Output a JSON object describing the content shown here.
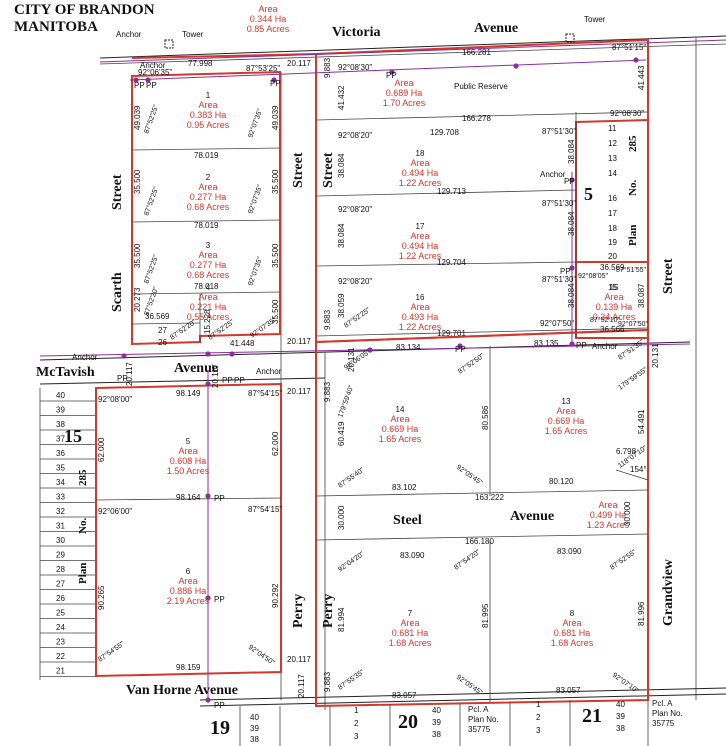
{
  "title": {
    "line1": "CITY OF BRANDON",
    "line2": "MANITOBA"
  },
  "streets": {
    "victoria": "Victoria",
    "victoria_avenue": "Avenue",
    "mctavish": "McTavish",
    "mctavish_avenue": "Avenue",
    "vanhorne": "Van Horne Avenue",
    "scarth_left": "Street",
    "scarth_name": "Scarth",
    "street_mid": "Street",
    "street_right_col": "Street",
    "street_east": "Street",
    "steel": "Steel",
    "steel_avenue": "Avenue",
    "perry_left": "Perry",
    "perry_right": "Perry",
    "grandview": "Grandview"
  },
  "structures": {
    "anchor": "Anchor",
    "tower": "Tower",
    "pp": "PP",
    "public_reserve": "Public Reserve"
  },
  "plans": {
    "block5_num": "5",
    "block5_plan": "Plan",
    "block5_no": "No.",
    "block5_285": "285",
    "block15_num": "15",
    "block15_plan": "Plan",
    "block15_no": "No.",
    "block15_285": "285",
    "block19": "19",
    "block20": "20",
    "block21": "21",
    "pcl_a_1": "Pcl. A",
    "plan_no_1": "Plan No.",
    "plan_num_1": "35775",
    "pcl_a_2": "Pcl. A",
    "plan_no_2": "Plan No.",
    "plan_num_2": "35775"
  },
  "lot_numbers": {
    "left_block15": [
      "40",
      "39",
      "38",
      "37",
      "36",
      "35",
      "34",
      "33",
      "32",
      "31",
      "30",
      "29",
      "28",
      "27",
      "26",
      "25",
      "24",
      "23",
      "22",
      "21"
    ],
    "right_block5": [
      "11",
      "12",
      "13",
      "14",
      "15",
      "16",
      "17",
      "18",
      "19",
      "20"
    ],
    "bottom_19": [
      "40",
      "39",
      "38"
    ],
    "bottom_20a": [
      "1",
      "2",
      "3"
    ],
    "bottom_20b": [
      "40",
      "39",
      "38"
    ],
    "bottom_21a": [
      "1",
      "2",
      "3"
    ],
    "bottom_21b": [
      "40",
      "39",
      "38"
    ],
    "left_small": [
      "27",
      "26"
    ]
  },
  "parcels": [
    {
      "id": "p-top-road",
      "num": "",
      "area_label": "Area",
      "ha": "0.344 Ha",
      "acres": "0.85 Acres"
    },
    {
      "id": "p-reserve",
      "num": "",
      "area_label": "Area",
      "ha": "0.689 Ha",
      "acres": "1.70 Acres"
    },
    {
      "id": "p1",
      "num": "1",
      "area_label": "Area",
      "ha": "0.383 Ha",
      "acres": "0.95 Acres"
    },
    {
      "id": "p2",
      "num": "2",
      "area_label": "Area",
      "ha": "0.277 Ha",
      "acres": "0.68 Acres"
    },
    {
      "id": "p3",
      "num": "3",
      "area_label": "Area",
      "ha": "0.277 Ha",
      "acres": "0.68 Acres"
    },
    {
      "id": "p4",
      "num": "4",
      "area_label": "Area",
      "ha": "0.221 Ha",
      "acres": "0.55 Acres"
    },
    {
      "id": "p18",
      "num": "18",
      "area_label": "Area",
      "ha": "0.494 Ha",
      "acres": "1.22 Acres"
    },
    {
      "id": "p17",
      "num": "17",
      "area_label": "Area",
      "ha": "0.494 Ha",
      "acres": "1.22 Acres"
    },
    {
      "id": "p16",
      "num": "16",
      "area_label": "Area",
      "ha": "0.493 Ha",
      "acres": "1.22 Acres"
    },
    {
      "id": "p15",
      "num": "15",
      "area_label": "Area",
      "ha": "0.139 Ha",
      "acres": "0.34 Acres"
    },
    {
      "id": "p5",
      "num": "5",
      "area_label": "Area",
      "ha": "0.608 Ha",
      "acres": "1.50 Acres"
    },
    {
      "id": "p6",
      "num": "6",
      "area_label": "Area",
      "ha": "0.886 Ha",
      "acres": "2.19 Acres"
    },
    {
      "id": "p14",
      "num": "14",
      "area_label": "Area",
      "ha": "0.669 Ha",
      "acres": "1.65 Acres"
    },
    {
      "id": "p13",
      "num": "13",
      "area_label": "Area",
      "ha": "0.669 Ha",
      "acres": "1.65 Acres"
    },
    {
      "id": "p-steel",
      "num": "",
      "area_label": "Area",
      "ha": "0.499 Ha",
      "acres": "1.23 Acres"
    },
    {
      "id": "p7",
      "num": "7",
      "area_label": "Area",
      "ha": "0.681 Ha",
      "acres": "1.68 Acres"
    },
    {
      "id": "p8",
      "num": "8",
      "area_label": "Area",
      "ha": "0.681 Ha",
      "acres": "1.68 Acres"
    }
  ],
  "dims": {
    "d77998": "77.998",
    "d20117a": "20.117",
    "d166281": "166.281",
    "d9883a": "9.883",
    "d41432": "41.432",
    "d166278": "166.278",
    "d41443": "41.443",
    "d49039a": "49.039",
    "d49039b": "49.039",
    "d78019a": "78.019",
    "d35500a": "35.500",
    "d35500b": "35.500",
    "d78019b": "78.019",
    "d35500c": "35.500",
    "d35500d": "35.500",
    "d78018": "78.018",
    "d20273": "20.273",
    "d15228": "15.228",
    "d35500e": "35.500",
    "d36569a": "36.569",
    "d41448": "41.448",
    "d20117b": "20.117",
    "d129708": "129.708",
    "d38084a": "38.084",
    "d38084b": "38.084",
    "d129713": "129.713",
    "d38084c": "38.084",
    "d38084d": "38.084",
    "d129704": "129.704",
    "d36569b": "36.569",
    "d38059": "38.059",
    "d38084e": "38.084",
    "d38087": "38.087",
    "d9883b": "9.883",
    "d129701": "129.701",
    "d36566": "36.566",
    "d83134": "83.134",
    "d83135": "83.135",
    "d20117c": "20.117",
    "d20117d": "20.117",
    "d20131a": "20.131",
    "d20131b": "20.131",
    "d98149": "98.149",
    "d20117e": "20.117",
    "d62000a": "62.000",
    "d62000b": "62.000",
    "d98164": "98.164",
    "d9883c": "9.883",
    "d60419": "60.419",
    "d80586": "80.586",
    "d54491": "54.491",
    "d6798": "6.798",
    "d154": "154°",
    "d83102": "83.102",
    "d80120": "80.120",
    "d163222": "163.222",
    "d30000a": "30.000",
    "d30000b": "30.000",
    "d166180": "166.180",
    "d90265": "90.265",
    "d90292": "90.292",
    "d83090a": "83.090",
    "d83090b": "83.090",
    "d81994": "81.994",
    "d81995": "81.995",
    "d81996": "81.996",
    "d98159": "98.159",
    "d20117f": "20.117",
    "d20117g": "20.117",
    "d9883d": "9.883",
    "d83057a": "83.057",
    "d83057b": "83.057"
  },
  "bearings": {
    "b1": "92°06'35\"",
    "b2": "87°53'25\"",
    "b3": "92°08'30\"",
    "b4": "87°51'15\"",
    "b5": "92°08'30\"",
    "b6": "87°52'25\"",
    "b7": "92°07'35\"",
    "b8": "87°52'25\"",
    "b9": "92°07'35\"",
    "b10": "87°52'25\"",
    "b11": "92°07'35\"",
    "b12": "87°52'20\"",
    "b13": "87°52'20\"",
    "b14": "87°52'25\"",
    "b15": "92°07'35\"",
    "b16": "92°08'20\"",
    "b17": "87°51'30\"",
    "b18": "92°08'20\"",
    "b19": "87°51'30\"",
    "b20": "92°08'20\"",
    "b21": "87°51'30\"",
    "b22": "92°08'05\"",
    "b23": "87°51'55\"",
    "b24": "87°52'25\"",
    "b25": "92°07'50\"",
    "b26": "87°52'10\"",
    "b27": "92°07'50\"",
    "b28": "92°06'05\"",
    "b29": "87°52'50\"",
    "b30": "87°51'35\"",
    "b31": "179°59'40\"",
    "b32": "179°59'55\"",
    "b33": "92°08'00\"",
    "b34": "87°54'15\"",
    "b35": "87°55'40\"",
    "b36": "92°05'45\"",
    "b37": "118°07'10\"",
    "b38": "92°06'00\"",
    "b39": "87°54'15\"",
    "b40": "92°04'20\"",
    "b41": "87°54'20\"",
    "b42": "87°52'55\"",
    "b43": "87°54'55\"",
    "b44": "92°04'50\"",
    "b45": "87°55'35\"",
    "b46": "92°05'45\"",
    "b47": "92°07'10\""
  }
}
